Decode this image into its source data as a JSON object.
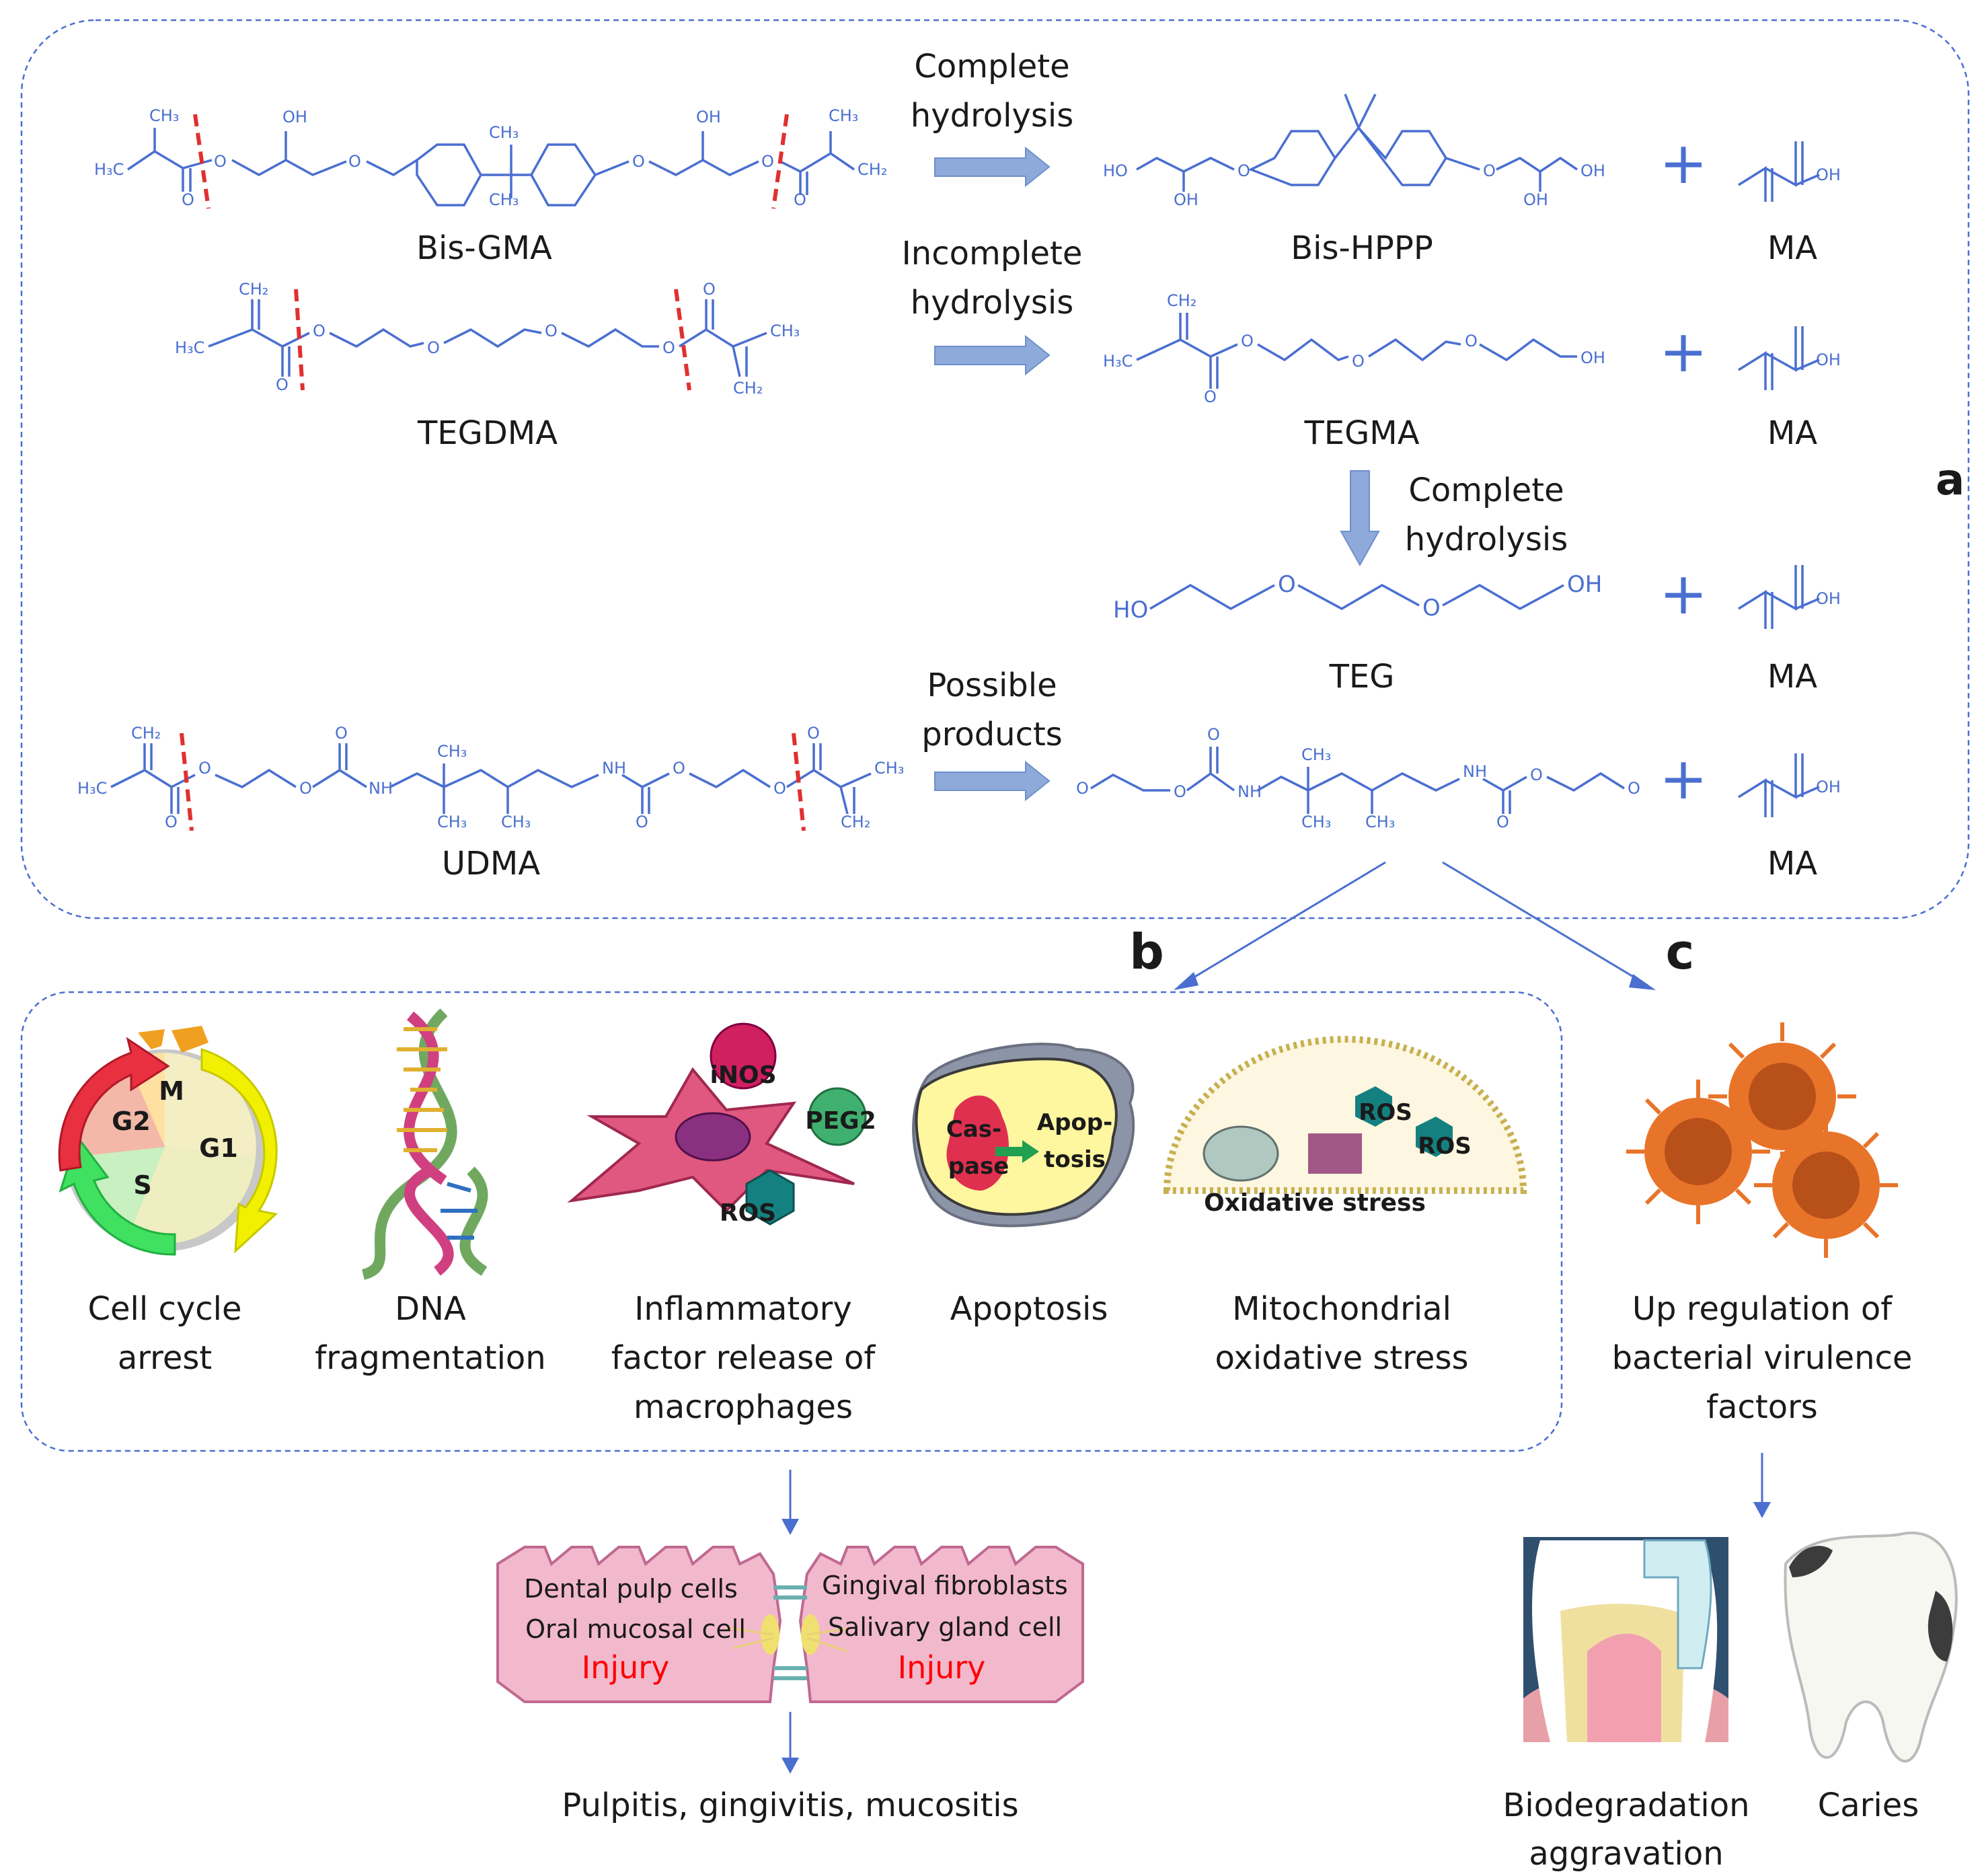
{
  "panel_letters": {
    "a": "a",
    "b": "b",
    "c": "c"
  },
  "reactions": {
    "r1": {
      "reactant": "Bis-GMA",
      "arrow": [
        "Complete",
        "hydrolysis"
      ],
      "product": "Bis-HPPP",
      "byproduct": "MA"
    },
    "r2": {
      "reactant": "TEGDMA",
      "arrow": [
        "Incomplete",
        "hydrolysis"
      ],
      "product": "TEGMA",
      "byproduct": "MA"
    },
    "r3": {
      "arrow": [
        "Complete",
        "hydrolysis"
      ],
      "product": "TEG",
      "byproduct": "MA"
    },
    "r4": {
      "reactant": "UDMA",
      "arrow": [
        "Possible",
        "products"
      ],
      "byproduct": "MA"
    }
  },
  "chem_labels": {
    "ch3": "CH₃",
    "ch2": "CH₂",
    "h3c": "H₃C",
    "oh": "OH",
    "ho": "HO",
    "o": "O",
    "nh": "NH"
  },
  "plus": "+",
  "effects_b": [
    {
      "lines": [
        "Cell cycle",
        "arrest"
      ]
    },
    {
      "lines": [
        "DNA",
        "fragmentation"
      ]
    },
    {
      "lines": [
        "Inflammatory",
        "factor release of",
        "macrophages"
      ]
    },
    {
      "lines": [
        "Apoptosis"
      ]
    },
    {
      "lines": [
        "Mitochondrial",
        "oxidative stress"
      ]
    }
  ],
  "cell_cycle": {
    "g1": "G1",
    "g2": "G2",
    "s": "S",
    "m": "M"
  },
  "macrophage": {
    "inos": "iNOS",
    "peg2": "PEG2",
    "ros": "ROS"
  },
  "apoptosis": {
    "caspase": [
      "Cas-",
      "pase"
    ],
    "apoptosis": [
      "Apop-",
      "tosis"
    ]
  },
  "mito": {
    "ros1": "ROS",
    "ros2": "ROS",
    "caption": "Oxidative stress"
  },
  "effect_c": {
    "lines": [
      "Up regulation of",
      "bacterial virulence",
      "factors"
    ]
  },
  "tissue": {
    "left1": "Dental pulp cells",
    "left2": "Oral mucosal cell",
    "right1": "Gingival fibroblasts",
    "right2": "Salivary gland cell",
    "injury": "Injury"
  },
  "outcome_b": "Pulpitis, gingivitis, mucositis",
  "outcome_c": [
    {
      "lines": [
        "Biodegradation",
        "aggravation"
      ]
    },
    {
      "lines": [
        "Caries"
      ]
    }
  ],
  "colors": {
    "chem_blue": "#4a6fd1",
    "arrow_fill": "#8eaadb",
    "cut_red": "#e03030",
    "injury_red": "#ff0000",
    "tissue_pink": "#f2b8cc",
    "bacteria_orange": "#e8742a"
  }
}
